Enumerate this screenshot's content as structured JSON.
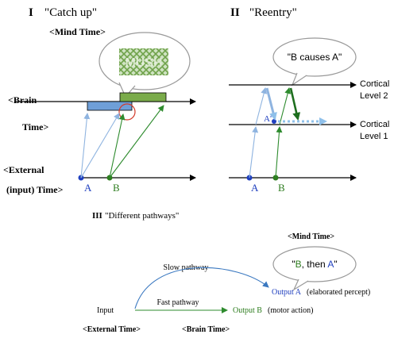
{
  "panel_catch_up": {
    "numeral": "I",
    "title": "\"Catch up\"",
    "mind_time": "<Mind Time>",
    "bubble_text": "MUSH",
    "brain_label": "<Brain",
    "time_label": "Time>",
    "external_label_1": "<External",
    "external_label_2": "(input) Time>",
    "event_a": "A",
    "event_b": "B"
  },
  "panel_reentry": {
    "numeral": "II",
    "title": "\"Reentry\"",
    "bubble_text": "\"B causes A\"",
    "level2_line1": "Cortical",
    "level2_line2": "Level 2",
    "level1_line1": "Cortical",
    "level1_line2": "Level 1",
    "event_a": "A",
    "event_a_prime": "A'",
    "event_b": "B"
  },
  "panel_pathways": {
    "numeral": "III",
    "title": "\"Different pathways\"",
    "mind_time": "<Mind Time>",
    "bubble_quote_open": "\"",
    "bubble_b": "B",
    "bubble_mid": ", then ",
    "bubble_a": "A",
    "bubble_quote_close": "\"",
    "slow_pathway": "Slow pathway",
    "fast_pathway": "Fast pathway",
    "input": "Input",
    "output_a": "Output A",
    "output_a_desc": "(elaborated percept)",
    "output_b": "Output B",
    "output_b_desc": "(motor action)",
    "external_time": "<External Time>",
    "brain_time": "<Brain Time>"
  },
  "colors": {
    "event_a": "#1f3fbf",
    "event_b": "#2e7d1f",
    "arrow_a_light": "#8fb4e0",
    "arrow_b": "#2e8b2e",
    "bar_blue": "#6f9fd8",
    "bar_green": "#7aab4a",
    "circle_red": "#d23a2a"
  }
}
